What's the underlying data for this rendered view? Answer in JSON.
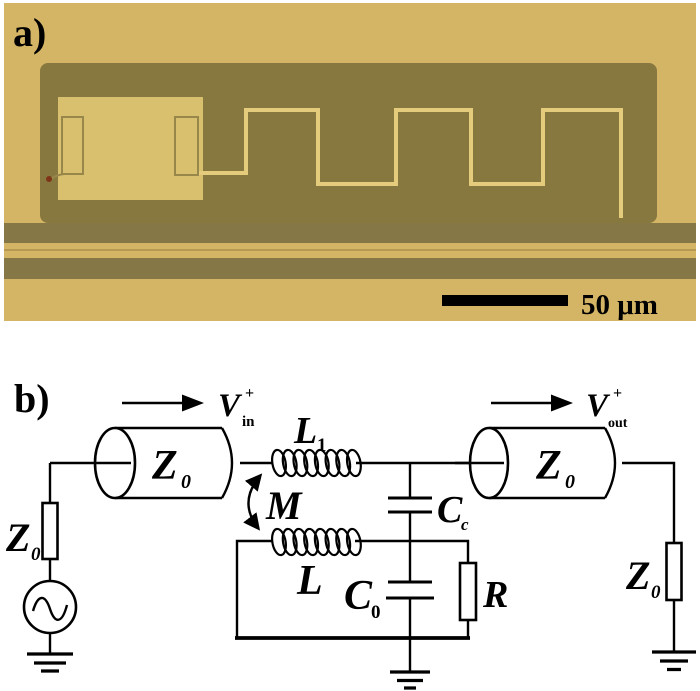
{
  "figure": {
    "panel_a": {
      "label": "a)",
      "scale_bar_text": "50 μm",
      "colors": {
        "background": "#d4b565",
        "dark_region": "#87783f",
        "pad": "#d8c06e",
        "trace": "#e4cc7c",
        "trace_dark": "#97874b",
        "stripe": "#867846",
        "gap_line": "#b09250",
        "defect_dot": "#7e3416",
        "scale_bar": "#000000"
      }
    },
    "panel_b": {
      "label": "b)",
      "ink": "#000000",
      "labels": {
        "v_in": {
          "main": "V",
          "sup": "+",
          "sub": "in"
        },
        "v_out": {
          "main": "V",
          "sup": "+",
          "sub": "out"
        },
        "tline_left": {
          "main": "Z",
          "sub": "0"
        },
        "tline_right": {
          "main": "Z",
          "sub": "0"
        },
        "source_impedance": {
          "main": "Z",
          "sub": "0"
        },
        "load_impedance": {
          "main": "Z",
          "sub": "0"
        },
        "series_inductor": {
          "main": "L",
          "sub": "1"
        },
        "mutual_inductance": "M",
        "resonator_inductor": "L",
        "coupling_capacitor": {
          "main": "C",
          "sub": "c"
        },
        "resonator_capacitor": {
          "main": "C",
          "sub": "0"
        },
        "resonator_resistance": "R"
      }
    }
  }
}
